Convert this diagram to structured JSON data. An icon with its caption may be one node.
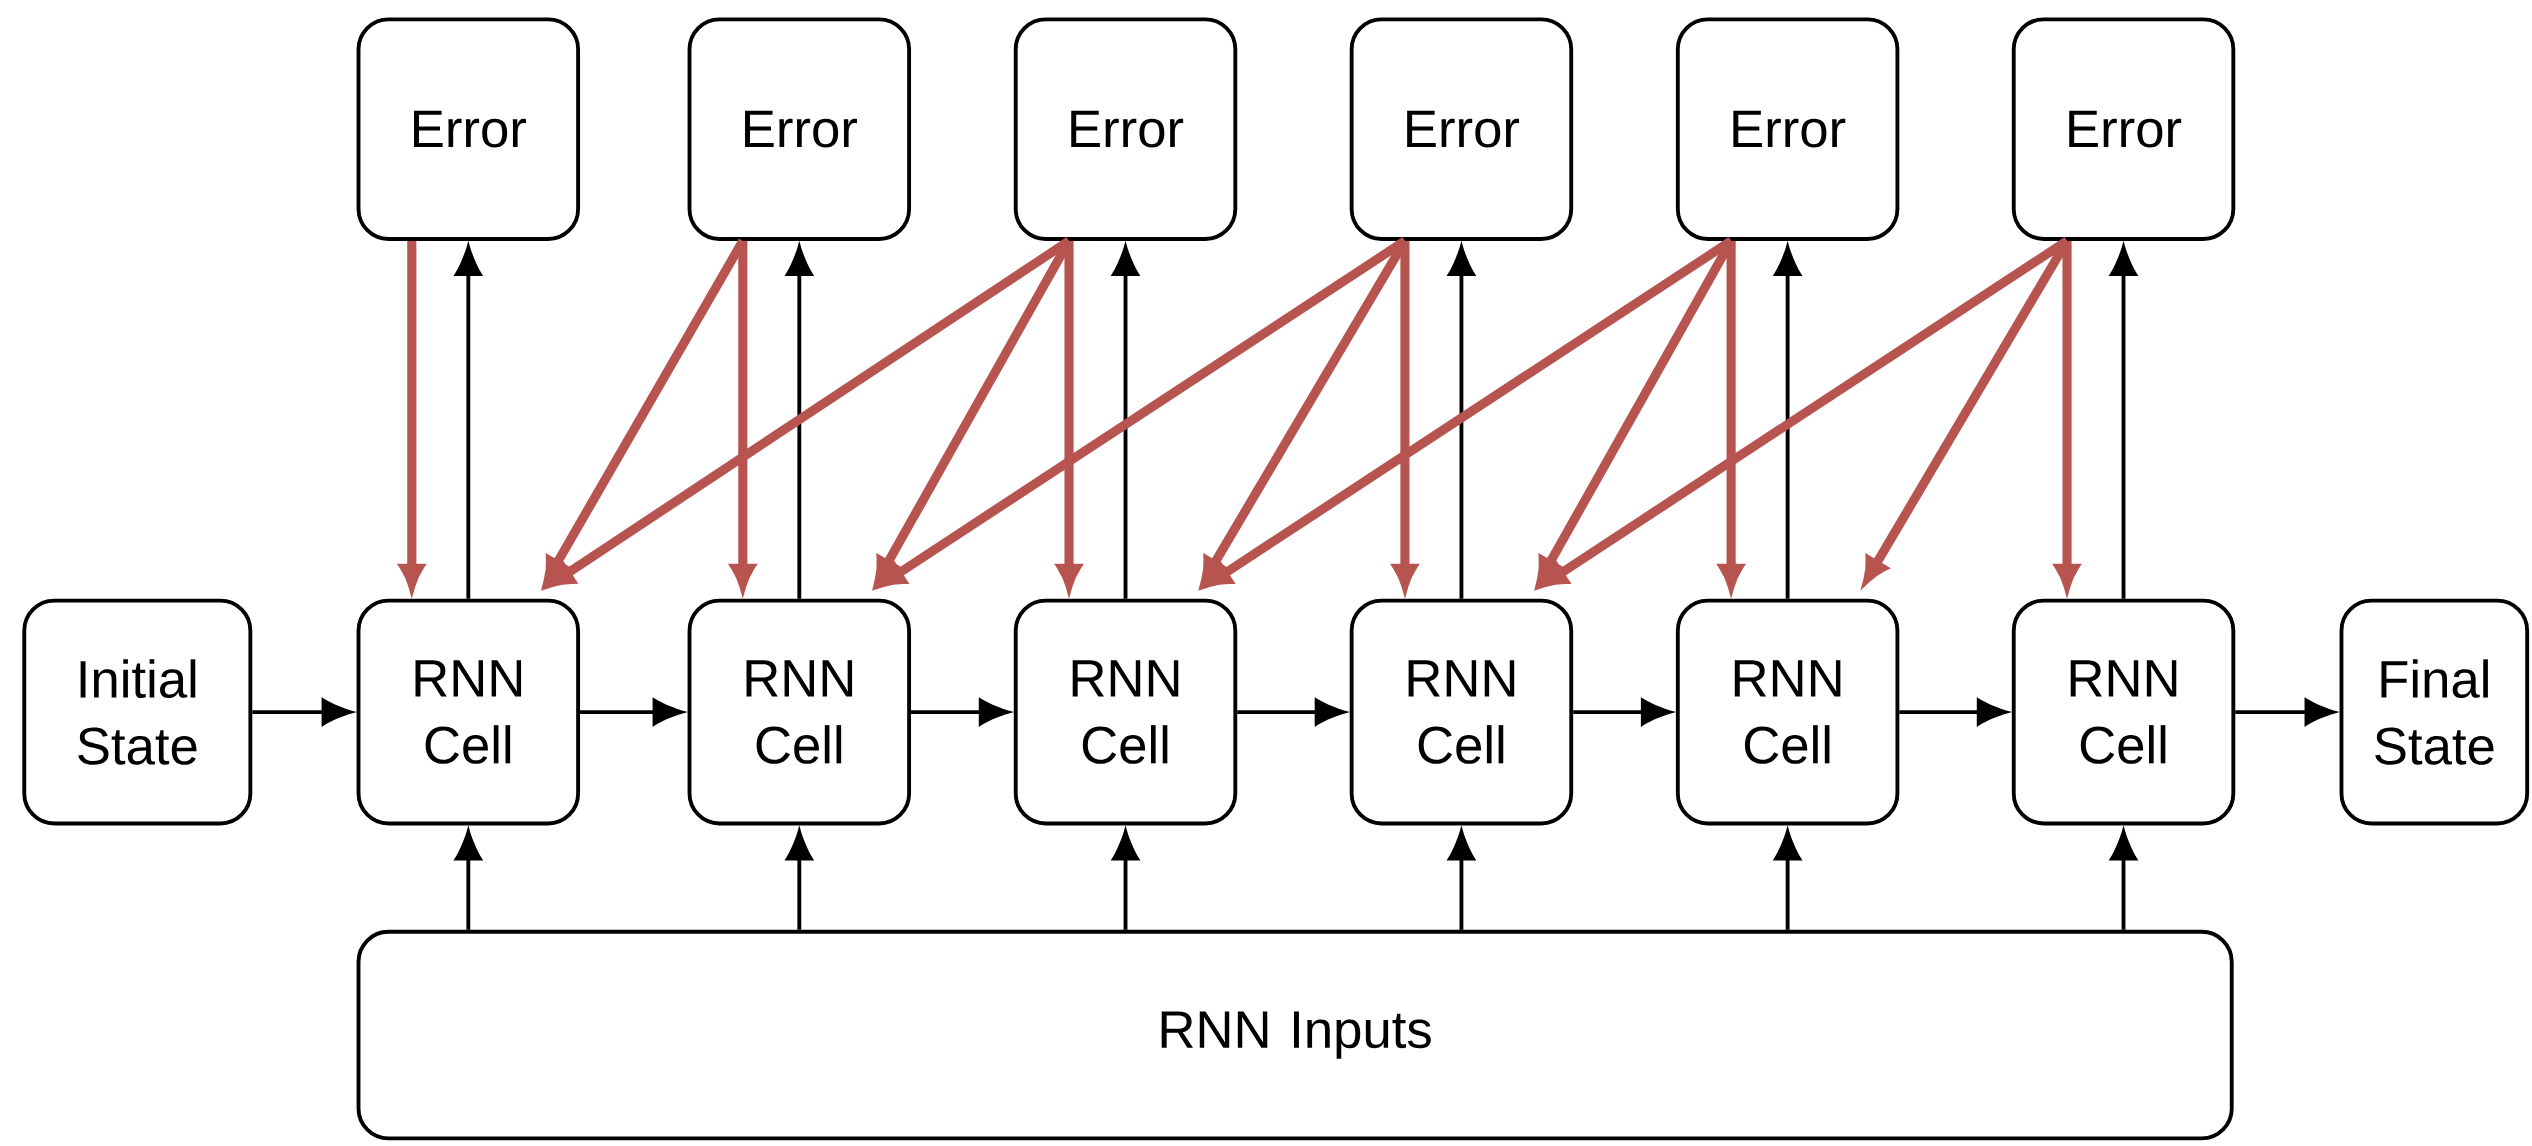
{
  "diagram": {
    "nodes": [
      {
        "text": [
          "Error"
        ]
      },
      {
        "text": [
          "Error"
        ]
      },
      {
        "text": [
          "Error"
        ]
      },
      {
        "text": [
          "Error"
        ]
      },
      {
        "text": [
          "Error"
        ]
      },
      {
        "text": [
          "Error"
        ]
      },
      {
        "text": [
          "Initial State"
        ]
      },
      {
        "text": [
          "RNN Cell"
        ]
      },
      {
        "text": [
          "RNN Cell"
        ]
      },
      {
        "text": [
          "RNN Cell"
        ]
      },
      {
        "text": [
          "RNN Cell"
        ]
      },
      {
        "text": [
          "RNN Cell"
        ]
      },
      {
        "text": [
          "RNN Cell"
        ]
      },
      {
        "text": [
          "Final State"
        ]
      },
      {
        "text": [
          "RNN Inputs"
        ]
      }
    ],
    "edges": [
      {
        "from": 6,
        "to": 7,
        "arrow": "to"
      },
      {
        "from": 7,
        "to": 8,
        "arrow": "to"
      },
      {
        "from": 8,
        "to": 9,
        "arrow": "to"
      },
      {
        "from": 9,
        "to": 10,
        "arrow": "to"
      },
      {
        "from": 10,
        "to": 11,
        "arrow": "to"
      },
      {
        "from": 11,
        "to": 12,
        "arrow": "to"
      },
      {
        "from": 12,
        "to": 13,
        "arrow": "to"
      },
      {
        "from": 7,
        "to": 0,
        "arrow": "to"
      },
      {
        "from": 8,
        "to": 1,
        "arrow": "to"
      },
      {
        "from": 9,
        "to": 2,
        "arrow": "to"
      },
      {
        "from": 10,
        "to": 3,
        "arrow": "to"
      },
      {
        "from": 11,
        "to": 4,
        "arrow": "to"
      },
      {
        "from": 12,
        "to": 5,
        "arrow": "to"
      },
      {
        "from": 14,
        "to": 7,
        "arrow": "to"
      },
      {
        "from": 14,
        "to": 8,
        "arrow": "to"
      },
      {
        "from": 14,
        "to": 9,
        "arrow": "to"
      },
      {
        "from": 14,
        "to": 10,
        "arrow": "to"
      },
      {
        "from": 14,
        "to": 11,
        "arrow": "to"
      },
      {
        "from": 14,
        "to": 12,
        "arrow": "to"
      },
      {
        "from": 0,
        "to": 7,
        "arrow": "to",
        "style": "thick",
        "color": "#b85450"
      },
      {
        "from": 1,
        "to": 8,
        "arrow": "to",
        "style": "thick",
        "color": "#b85450"
      },
      {
        "from": 1,
        "to": 7,
        "arrow": "to",
        "style": "thick",
        "color": "#b85450"
      },
      {
        "from": 2,
        "to": 9,
        "arrow": "to",
        "style": "thick",
        "color": "#b85450"
      },
      {
        "from": 2,
        "to": 8,
        "arrow": "to",
        "style": "thick",
        "color": "#b85450"
      },
      {
        "from": 2,
        "to": 7,
        "arrow": "to",
        "style": "thick",
        "color": "#b85450"
      },
      {
        "from": 3,
        "to": 10,
        "arrow": "to",
        "style": "thick",
        "color": "#b85450"
      },
      {
        "from": 3,
        "to": 9,
        "arrow": "to",
        "style": "thick",
        "color": "#b85450"
      },
      {
        "from": 3,
        "to": 8,
        "arrow": "to",
        "style": "thick",
        "color": "#b85450"
      },
      {
        "from": 4,
        "to": 11,
        "arrow": "to",
        "style": "thick",
        "color": "#b85450"
      },
      {
        "from": 4,
        "to": 10,
        "arrow": "to",
        "style": "thick",
        "color": "#b85450"
      },
      {
        "from": 4,
        "to": 9,
        "arrow": "to",
        "style": "thick",
        "color": "#b85450"
      },
      {
        "from": 5,
        "to": 12,
        "arrow": "to",
        "style": "thick",
        "color": "#b85450"
      },
      {
        "from": 5,
        "to": 11,
        "arrow": "to",
        "style": "thick",
        "color": "#b85450"
      },
      {
        "from": 5,
        "to": 10,
        "arrow": "to",
        "style": "thick",
        "color": "#b85450"
      }
    ]
  }
}
